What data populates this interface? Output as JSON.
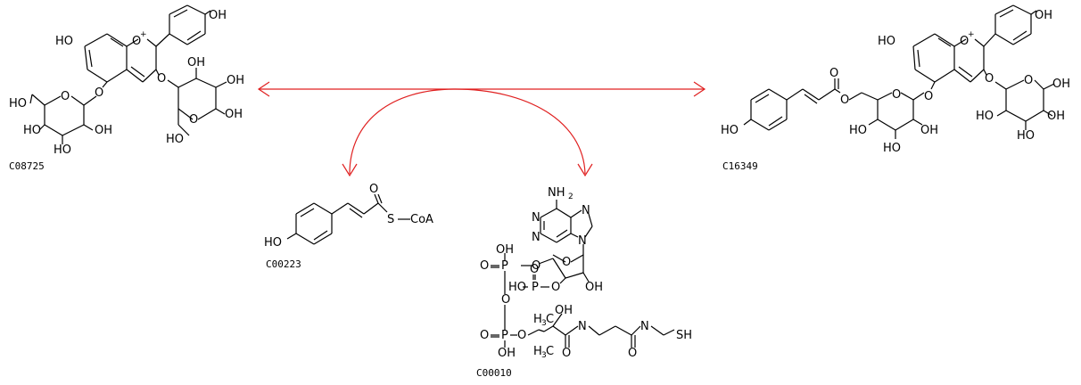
{
  "compounds": {
    "c08725": {
      "id": "C08725"
    },
    "c16349": {
      "id": "C16349"
    },
    "c00223": {
      "id": "C00223"
    },
    "c00010": {
      "id": "C00010"
    }
  },
  "labels": {
    "ho": "HO",
    "oh": "OH",
    "o": "O",
    "oplus": "O",
    "plus": "+",
    "s": "S",
    "coa": "CoA",
    "n": "N",
    "nh2": "NH",
    "two": "2",
    "p": "P",
    "h3c": "H",
    "three": "3",
    "c": "C",
    "sh": "SH"
  },
  "colors": {
    "arrow": "#e02020",
    "ink": "#000000"
  }
}
